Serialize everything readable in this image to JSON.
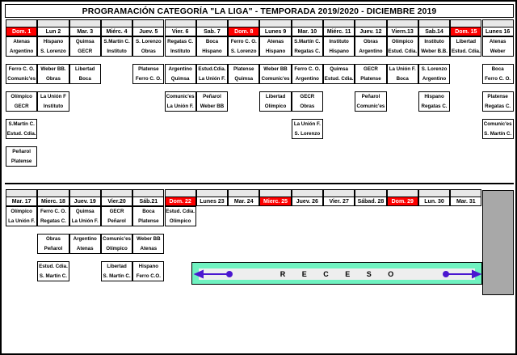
{
  "title": "PROGRAMACIÓN CATEGORÍA \"LA LIGA\" - TEMPORADA 2019/2020 - DICIEMBRE 2019",
  "colors": {
    "sunday_highlight": "#ff0000",
    "sunday_text": "#ffffff",
    "receso_background": "#6ff2c0",
    "receso_strip": "#eeeeee",
    "receso_arrow": "#4b17d0",
    "gray_block": "#a8a8a8",
    "header_strip": "#e8e8e8",
    "border": "#000000"
  },
  "banner": {
    "label": "R E C E S O"
  },
  "half1": {
    "days": [
      {
        "label": "Dom. 1",
        "sunday": true
      },
      {
        "label": "Lun 2",
        "sunday": false
      },
      {
        "label": "Mar. 3",
        "sunday": false
      },
      {
        "label": "Miérc. 4",
        "sunday": false
      },
      {
        "label": "Juev. 5",
        "sunday": false
      },
      {
        "label": "Vier. 6",
        "sunday": false
      },
      {
        "label": "Sab. 7",
        "sunday": false
      },
      {
        "label": "Dom. 8",
        "sunday": true
      },
      {
        "label": "Lunes 9",
        "sunday": false
      },
      {
        "label": "Mar. 10",
        "sunday": false
      },
      {
        "label": "Miérc. 11",
        "sunday": false
      },
      {
        "label": "Juev. 12",
        "sunday": false
      },
      {
        "label": "Viern.13",
        "sunday": false
      },
      {
        "label": "Sab.14",
        "sunday": false
      },
      {
        "label": "Dom. 15",
        "sunday": true
      },
      {
        "label": "Lunes 16",
        "sunday": false
      }
    ],
    "rows": [
      [
        {
          "col": 0,
          "home": "Atenas",
          "away": "Argentino"
        },
        {
          "col": 1,
          "home": "Hispano",
          "away": "S. Lorenzo"
        },
        {
          "col": 2,
          "home": "Quimsa",
          "away": "GECR"
        },
        {
          "col": 3,
          "home": "S.Martín C.",
          "away": "Instituto"
        },
        {
          "col": 4,
          "home": "S. Lorenzo",
          "away": "Obras"
        },
        {
          "col": 5,
          "home": "Regatas C.",
          "away": "Instituto"
        },
        {
          "col": 6,
          "home": "Boca",
          "away": "Hispano"
        },
        {
          "col": 7,
          "home": "Ferro C. O.",
          "away": "S. Lorenzo"
        },
        {
          "col": 8,
          "home": "Atenas",
          "away": "Hispano"
        },
        {
          "col": 9,
          "home": "S.Martín C.",
          "away": "Regatas C."
        },
        {
          "col": 10,
          "home": "Instituto",
          "away": "Hispano"
        },
        {
          "col": 11,
          "home": "Obras",
          "away": "Argentino"
        },
        {
          "col": 12,
          "home": "Olímpico",
          "away": "Estud. Cdia."
        },
        {
          "col": 13,
          "home": "Instituto",
          "away": "Weber B.B."
        },
        {
          "col": 14,
          "home": "Libertad",
          "away": "Estud. Cdia."
        },
        {
          "col": 15,
          "home": "Atenas",
          "away": "Weber"
        }
      ],
      [
        {
          "col": 0,
          "home": "Ferro C. O.",
          "away": "Comunic'es"
        },
        {
          "col": 1,
          "home": "Weber BB.",
          "away": "Obras"
        },
        {
          "col": 2,
          "home": "Libertad",
          "away": "Boca"
        },
        {
          "col": 4,
          "home": "Platense",
          "away": "Ferro C. O."
        },
        {
          "col": 5,
          "home": "Argentino",
          "away": "Quimsa"
        },
        {
          "col": 6,
          "home": "Estud.Cdia.",
          "away": "La Unión F."
        },
        {
          "col": 7,
          "home": "Platense",
          "away": "Quimsa"
        },
        {
          "col": 8,
          "home": "Weber BB",
          "away": "Comunic'es"
        },
        {
          "col": 9,
          "home": "Ferro C. O.",
          "away": "Argentino"
        },
        {
          "col": 10,
          "home": "Quimsa",
          "away": "Estud. Cdia."
        },
        {
          "col": 11,
          "home": "GECR",
          "away": "Platense"
        },
        {
          "col": 12,
          "home": "La Unión F.",
          "away": "Boca"
        },
        {
          "col": 13,
          "home": "S. Lorenzo",
          "away": "Argentino"
        },
        {
          "col": 15,
          "home": "Boca",
          "away": "Ferro C. O."
        }
      ],
      [
        {
          "col": 0,
          "home": "Olímpico",
          "away": "GECR"
        },
        {
          "col": 1,
          "home": "La Unión F",
          "away": "Instituto"
        },
        {
          "col": 5,
          "home": "Comunic'es",
          "away": "La Unión F."
        },
        {
          "col": 6,
          "home": "Peñarol",
          "away": "Weber BB"
        },
        {
          "col": 8,
          "home": "Libertad",
          "away": "Olímpico"
        },
        {
          "col": 9,
          "home": "GECR",
          "away": "Obras"
        },
        {
          "col": 11,
          "home": "Peñarol",
          "away": "Comunic'es"
        },
        {
          "col": 13,
          "home": "Hispano",
          "away": "Regatas C."
        },
        {
          "col": 15,
          "home": "Platense",
          "away": "Regatas C."
        }
      ],
      [
        {
          "col": 0,
          "home": "S.Martín C.",
          "away": "Estud. Cdia."
        },
        {
          "col": 9,
          "home": "La Unión F.",
          "away": "S. Lorenzo"
        },
        {
          "col": 15,
          "home": "Comunic'es",
          "away": "S. Martín C."
        }
      ],
      [
        {
          "col": 0,
          "home": "Peñarol",
          "away": "Platense"
        }
      ]
    ]
  },
  "half2": {
    "days": [
      {
        "label": "Mar. 17",
        "sunday": false
      },
      {
        "label": "Mierc. 18",
        "sunday": false
      },
      {
        "label": "Juev. 19",
        "sunday": false
      },
      {
        "label": "Vier.20",
        "sunday": false
      },
      {
        "label": "Sáb.21",
        "sunday": false
      },
      {
        "label": "Dom. 22",
        "sunday": true
      },
      {
        "label": "Lunes 23",
        "sunday": false
      },
      {
        "label": "Mar. 24",
        "sunday": false
      },
      {
        "label": "Mierc. 25",
        "sunday": true
      },
      {
        "label": "Juev. 26",
        "sunday": false
      },
      {
        "label": "Vier. 27",
        "sunday": false
      },
      {
        "label": "Sábad. 28",
        "sunday": false
      },
      {
        "label": "Dom. 29",
        "sunday": true
      },
      {
        "label": "Lun. 30",
        "sunday": false
      },
      {
        "label": "Mar. 31",
        "sunday": false
      }
    ],
    "rows": [
      [
        {
          "col": 0,
          "home": "Olímpico",
          "away": "La Unión F."
        },
        {
          "col": 1,
          "home": "Ferro C. O.",
          "away": "Regatas C."
        },
        {
          "col": 2,
          "home": "Quimsa",
          "away": "La Unión F."
        },
        {
          "col": 3,
          "home": "GECR",
          "away": "Peñarol"
        },
        {
          "col": 4,
          "home": "Boca",
          "away": "Platense"
        },
        {
          "col": 5,
          "home": "Estud. Cdia.",
          "away": "Olímpico"
        }
      ],
      [
        {
          "col": 1,
          "home": "Obras",
          "away": "Peñarol"
        },
        {
          "col": 2,
          "home": "Argentino",
          "away": "Atenas"
        },
        {
          "col": 3,
          "home": "Comunic'es",
          "away": "Olímpico"
        },
        {
          "col": 4,
          "home": "Weber BB",
          "away": "Atenas"
        }
      ],
      [
        {
          "col": 1,
          "home": "Estud. Cdia.",
          "away": "S. Martín C."
        },
        {
          "col": 3,
          "home": "Libertad",
          "away": "S. Martín C."
        },
        {
          "col": 4,
          "home": "Hispano",
          "away": "Ferro C.O."
        }
      ]
    ]
  }
}
